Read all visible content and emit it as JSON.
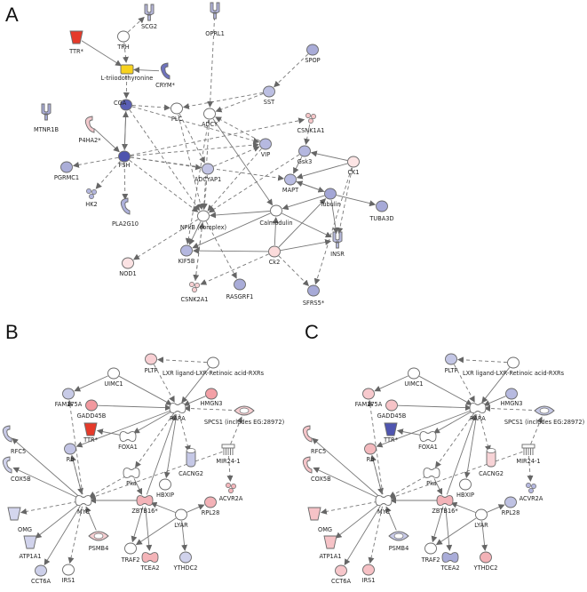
{
  "panels": [
    {
      "label": "A",
      "nodes": [
        {
          "id": "SCG2",
          "label": "SCG2",
          "shape": "receptor",
          "color": "#b6b8dc"
        },
        {
          "id": "OPRL1",
          "label": "OPRL1",
          "shape": "receptor",
          "color": "#b1b3da"
        },
        {
          "id": "TTR",
          "label": "TTR*",
          "shape": "cup",
          "color": "#e53a2a"
        },
        {
          "id": "TRH",
          "label": "TRH",
          "shape": "circle",
          "color": "#ffffff"
        },
        {
          "id": "LTRI",
          "label": "L-triiodothyronine",
          "shape": "rect",
          "color": "#f7d21e"
        },
        {
          "id": "CRYM",
          "label": "CRYM*",
          "shape": "hook",
          "color": "#6e72bd"
        },
        {
          "id": "SPOP",
          "label": "SPOP",
          "shape": "circle",
          "color": "#a9acd8"
        },
        {
          "id": "SST",
          "label": "SST",
          "shape": "circle",
          "color": "#bcbfe2"
        },
        {
          "id": "MTNR1B",
          "label": "MTNR1B",
          "shape": "receptor",
          "color": "#a8abd7"
        },
        {
          "id": "CGA",
          "label": "CGA",
          "shape": "circle",
          "color": "#5a5fb4"
        },
        {
          "id": "PLC",
          "label": "PLC",
          "shape": "circle",
          "color": "#ffffff"
        },
        {
          "id": "ADCY",
          "label": "ADCY",
          "shape": "circle",
          "color": "#ffffff"
        },
        {
          "id": "P4HA2",
          "label": "P4HA2*",
          "shape": "hook",
          "color": "#f3c9cd"
        },
        {
          "id": "CSNK1A1",
          "label": "CSNK1A1",
          "shape": "hex",
          "color": "#f5c6c8"
        },
        {
          "id": "FSH",
          "label": "FSH",
          "shape": "circle",
          "color": "#4e54ae"
        },
        {
          "id": "VIP",
          "label": "VIP",
          "shape": "circle",
          "color": "#b6b9e0"
        },
        {
          "id": "Gsk3",
          "label": "Gsk3",
          "shape": "circle",
          "color": "#b4b7df"
        },
        {
          "id": "CK1",
          "label": "CK1",
          "shape": "circle",
          "color": "#fde5e5"
        },
        {
          "id": "PGRMC1",
          "label": "PGRMC1",
          "shape": "circle",
          "color": "#abaed8"
        },
        {
          "id": "ADCYAP1",
          "label": "ADCYAP1",
          "shape": "circle",
          "color": "#c2c4e4"
        },
        {
          "id": "MAPT",
          "label": "MAPT",
          "shape": "circle",
          "color": "#b8bbe1"
        },
        {
          "id": "HK2",
          "label": "HK2",
          "shape": "hex",
          "color": "#b3b6de"
        },
        {
          "id": "PLA2G10",
          "label": "PLA2G10",
          "shape": "hook",
          "color": "#aeb1db"
        },
        {
          "id": "Tubulin",
          "label": "Tubulin",
          "shape": "circle",
          "color": "#a3a6d6"
        },
        {
          "id": "TUBA3D",
          "label": "TUBA3D",
          "shape": "circle",
          "color": "#a6a9d7"
        },
        {
          "id": "NFKB",
          "label": "NFkB (complex)",
          "shape": "circle",
          "color": "#ffffff"
        },
        {
          "id": "Calmodulin",
          "label": "Calmodulin",
          "shape": "circle",
          "color": "#ffffff"
        },
        {
          "id": "INSR",
          "label": "INSR",
          "shape": "receptor",
          "color": "#b9bce0"
        },
        {
          "id": "NOD1",
          "label": "NOD1",
          "shape": "circle",
          "color": "#fbe2e3"
        },
        {
          "id": "KIF5B",
          "label": "KIF5B",
          "shape": "circle",
          "color": "#b4b7df"
        },
        {
          "id": "Ck2",
          "label": "Ck2",
          "shape": "circle",
          "color": "#fcdcdc"
        },
        {
          "id": "CSNK2A1",
          "label": "CSNK2A1",
          "shape": "hex",
          "color": "#f7d0d2"
        },
        {
          "id": "RASGRF1",
          "label": "RASGRF1",
          "shape": "circle",
          "color": "#a9acd8"
        },
        {
          "id": "SFRS5",
          "label": "SFRS5*",
          "shape": "circle",
          "color": "#a7aad7"
        }
      ]
    },
    {
      "label": "B",
      "nodes": [
        {
          "id": "PLTP",
          "label": "PLTP",
          "shape": "circle",
          "color": "#f8cfd3"
        },
        {
          "id": "LXR",
          "label": "LXR ligand-LXR-Retinoic acid-RXRs",
          "shape": "circle",
          "color": "#ffffff"
        },
        {
          "id": "UIMC1",
          "label": "UIMC1",
          "shape": "circle",
          "color": "#ffffff"
        },
        {
          "id": "HMGN3",
          "label": "HMGN3",
          "shape": "circle",
          "color": "#f3a0a6"
        },
        {
          "id": "FAM175A",
          "label": "FAM175A",
          "shape": "circle",
          "color": "#c8cbe7"
        },
        {
          "id": "GADD45B",
          "label": "GADD45B",
          "shape": "circle",
          "color": "#f2999f"
        },
        {
          "id": "RARA",
          "label": "RARA",
          "shape": "blob",
          "color": "#ffffff"
        },
        {
          "id": "SPCS1",
          "label": "SPCS1 (includes EG:28972)",
          "shape": "eye",
          "color": "#f7cfd2"
        },
        {
          "id": "TTR",
          "label": "TTR*",
          "shape": "cup",
          "color": "#e53a2a"
        },
        {
          "id": "FOXA1",
          "label": "FOXA1",
          "shape": "blob",
          "color": "#ffffff"
        },
        {
          "id": "MIR24",
          "label": "MIR24-1",
          "shape": "comb",
          "color": "#ffffff"
        },
        {
          "id": "RFC5",
          "label": "RFC5",
          "shape": "hook",
          "color": "#c7c9e6"
        },
        {
          "id": "Rb",
          "label": "Rb",
          "shape": "circle",
          "color": "#c2c4e4"
        },
        {
          "id": "CACNG2",
          "label": "CACNG2",
          "shape": "tube",
          "color": "#c5c8e6"
        },
        {
          "id": "COX5B",
          "label": "COX5B",
          "shape": "hook",
          "color": "#d0d2eb"
        },
        {
          "id": "Pka",
          "label": "Pka",
          "shape": "blob",
          "color": "#ffffff"
        },
        {
          "id": "HBXIP",
          "label": "HBXIP",
          "shape": "circle",
          "color": "#ffffff"
        },
        {
          "id": "ACVR2A",
          "label": "ACVR2A",
          "shape": "hex",
          "color": "#f3b6bb"
        },
        {
          "id": "MYC",
          "label": "MYC",
          "shape": "blob",
          "color": "#ffffff"
        },
        {
          "id": "ZBTB16",
          "label": "ZBTB16*",
          "shape": "blob",
          "color": "#f3b3b8"
        },
        {
          "id": "RPL28",
          "label": "RPL28",
          "shape": "circle",
          "color": "#f3b2b7"
        },
        {
          "id": "OMG",
          "label": "OMG",
          "shape": "cup",
          "color": "#d4d6ee"
        },
        {
          "id": "LYAR",
          "label": "LYAR",
          "shape": "circle",
          "color": "#ffffff"
        },
        {
          "id": "ATP1A1",
          "label": "ATP1A1",
          "shape": "cup",
          "color": "#d1d3ec"
        },
        {
          "id": "PSMB4",
          "label": "PSMB4",
          "shape": "eye",
          "color": "#f7cfd2"
        },
        {
          "id": "TRAF2",
          "label": "TRAF2",
          "shape": "circle",
          "color": "#ffffff"
        },
        {
          "id": "TCEA2",
          "label": "TCEA2",
          "shape": "blob",
          "color": "#f4b4b8"
        },
        {
          "id": "YTHDC2",
          "label": "YTHDC2",
          "shape": "circle",
          "color": "#d0d2ec"
        },
        {
          "id": "CCT6A",
          "label": "CCT6A",
          "shape": "circle",
          "color": "#cdd0ea"
        },
        {
          "id": "IRS1",
          "label": "IRS1",
          "shape": "circle",
          "color": "#ffffff"
        }
      ]
    },
    {
      "label": "C",
      "nodes": [
        {
          "id": "PLTP",
          "label": "PLTP",
          "shape": "circle",
          "color": "#c3c6e5"
        },
        {
          "id": "LXR",
          "label": "LXR ligand-LXR-Retinoic acid-RXRs",
          "shape": "circle",
          "color": "#ffffff"
        },
        {
          "id": "UIMC1",
          "label": "UIMC1",
          "shape": "circle",
          "color": "#ffffff"
        },
        {
          "id": "HMGN3",
          "label": "HMGN3",
          "shape": "circle",
          "color": "#b7bae0"
        },
        {
          "id": "FAM175A",
          "label": "FAM175A",
          "shape": "circle",
          "color": "#f7c9cd"
        },
        {
          "id": "GADD45B",
          "label": "GADD45B",
          "shape": "circle",
          "color": "#f6c3c7"
        },
        {
          "id": "RARA",
          "label": "RARA",
          "shape": "blob",
          "color": "#ffffff"
        },
        {
          "id": "SPCS1",
          "label": "SPCS1 (includes EG:28972)",
          "shape": "eye",
          "color": "#c6c9e6"
        },
        {
          "id": "TTR",
          "label": "TTR*",
          "shape": "cup",
          "color": "#4f55b0"
        },
        {
          "id": "FOXA1",
          "label": "FOXA1",
          "shape": "blob",
          "color": "#ffffff"
        },
        {
          "id": "MIR24",
          "label": "MIR24-1",
          "shape": "comb",
          "color": "#ffffff"
        },
        {
          "id": "RFC5",
          "label": "RFC5",
          "shape": "hook",
          "color": "#f6c5c9"
        },
        {
          "id": "Rb",
          "label": "Rb",
          "shape": "circle",
          "color": "#f3b9bd"
        },
        {
          "id": "CACNG2",
          "label": "CACNG2",
          "shape": "tube",
          "color": "#f7d3d6"
        },
        {
          "id": "COX5B",
          "label": "COX5B",
          "shape": "hook",
          "color": "#f4c4c8"
        },
        {
          "id": "Pka",
          "label": "Pka",
          "shape": "blob",
          "color": "#ffffff"
        },
        {
          "id": "HBXIP",
          "label": "HBXIP",
          "shape": "circle",
          "color": "#ffffff"
        },
        {
          "id": "ACVR2A",
          "label": "ACVR2A",
          "shape": "hex",
          "color": "#b5b8df"
        },
        {
          "id": "MYC",
          "label": "MYC",
          "shape": "blob",
          "color": "#ffffff"
        },
        {
          "id": "ZBTB16",
          "label": "ZBTB16*",
          "shape": "blob",
          "color": "#f3b3b8"
        },
        {
          "id": "RPL28",
          "label": "RPL28",
          "shape": "circle",
          "color": "#bfc2e3"
        },
        {
          "id": "OMG",
          "label": "OMG",
          "shape": "cup",
          "color": "#f6c3c7"
        },
        {
          "id": "LYAR",
          "label": "LYAR",
          "shape": "circle",
          "color": "#ffffff"
        },
        {
          "id": "ATP1A1",
          "label": "ATP1A1",
          "shape": "cup",
          "color": "#f6c3c7"
        },
        {
          "id": "PSMB4",
          "label": "PSMB4",
          "shape": "eye",
          "color": "#c8cae8"
        },
        {
          "id": "TRAF2",
          "label": "TRAF2",
          "shape": "circle",
          "color": "#ffffff"
        },
        {
          "id": "TCEA2",
          "label": "TCEA2",
          "shape": "blob",
          "color": "#a9acd8"
        },
        {
          "id": "YTHDC2",
          "label": "YTHDC2",
          "shape": "circle",
          "color": "#f3b2b7"
        },
        {
          "id": "CCT6A",
          "label": "CCT6A",
          "shape": "circle",
          "color": "#f7c7cb"
        },
        {
          "id": "IRS1",
          "label": "IRS1",
          "shape": "circle",
          "color": "#f6c1c5"
        }
      ]
    }
  ]
}
